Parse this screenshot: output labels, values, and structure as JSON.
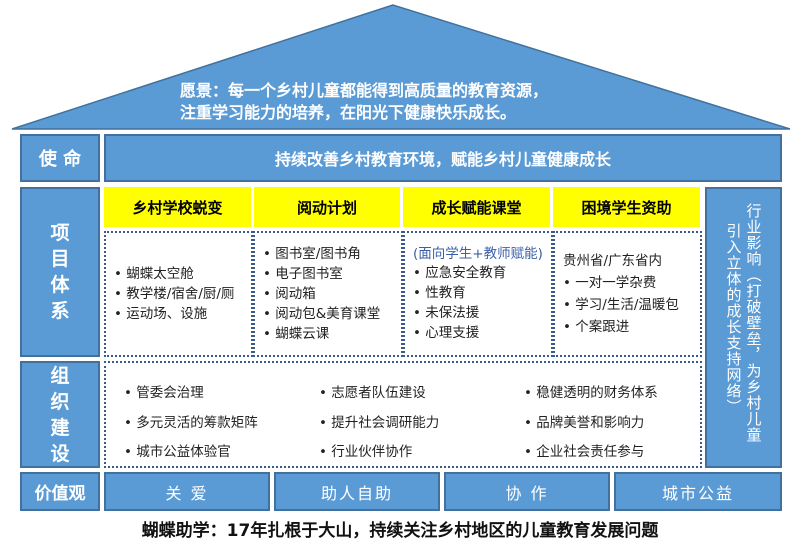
{
  "vision": {
    "line1": "愿景：每一个乡村儿童都能得到高质量的教育资源，",
    "line2": "注重学习能力的培养，在阳光下健康快乐成长。"
  },
  "mission": {
    "label": "使 命",
    "text": "持续改善乡村教育环境，赋能乡村儿童健康成长"
  },
  "projects": {
    "label_chars": [
      "项",
      "目",
      "体",
      "系"
    ],
    "columns": [
      {
        "title": "乡村学校蜕变",
        "items": [
          "蝴蝶太空舱",
          "教学楼/宿舍/厨/厕",
          "运动场、设施"
        ]
      },
      {
        "title": "阅动计划",
        "items": [
          "图书室/图书角",
          "电子图书室",
          "阅动箱",
          "阅动包&美育课堂",
          "蝴蝶云课"
        ]
      },
      {
        "title": "成长赋能课堂",
        "note": "(面向学生+教师赋能)",
        "items": [
          "应急安全教育",
          "性教育",
          "未保法援",
          "心理支援"
        ]
      },
      {
        "title": "困境学生资助",
        "note": "贵州省/广东省内",
        "items": [
          "一对一学杂费",
          "学习/生活/温暖包",
          "个案跟进"
        ]
      }
    ],
    "impact": {
      "col1": "行业影响（打破壁垒，为乡村儿童",
      "col2": "引入立体的成长支持网络）"
    }
  },
  "organization": {
    "label_chars": [
      "组",
      "织",
      "建",
      "设"
    ],
    "items": [
      "管委会治理",
      "志愿者队伍建设",
      "稳健透明的财务体系",
      "多元灵活的筹款矩阵",
      "提升社会调研能力",
      "品牌美誉和影响力",
      "城市公益体验官",
      "行业伙伴协作",
      "企业社会责任参与"
    ]
  },
  "values": {
    "label": "价值观",
    "items": [
      "关 爱",
      "助人自助",
      "协 作",
      "城市公益"
    ]
  },
  "footer": "蝴蝶助学：17年扎根于大山，持续关注乡村地区的儿童教育发展问题",
  "colors": {
    "blue": "#5b9bd5",
    "blue_border": "#41719c",
    "yellow": "#ffff00",
    "dotted_border": "#3a5a8c"
  }
}
